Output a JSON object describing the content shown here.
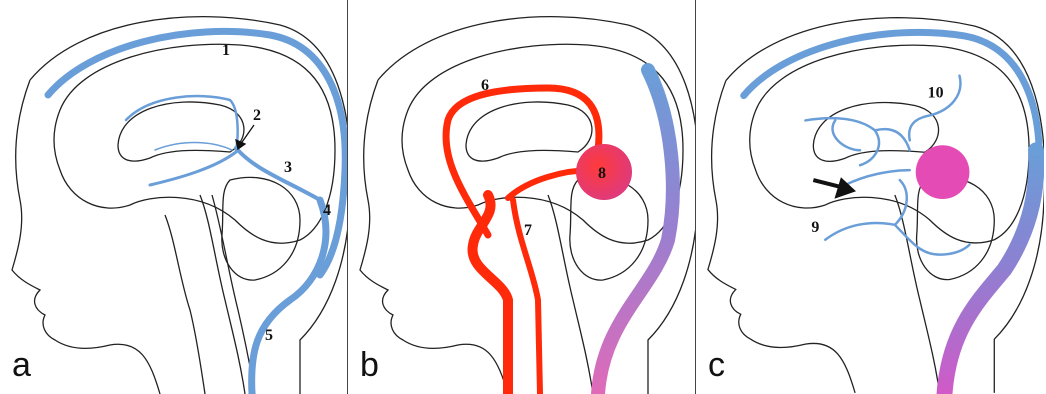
{
  "panels": [
    {
      "letter": "a",
      "labels": [
        "1",
        "2",
        "3",
        "4",
        "5"
      ]
    },
    {
      "letter": "b",
      "labels": [
        "6",
        "7",
        "8"
      ]
    },
    {
      "letter": "c",
      "labels": [
        "9",
        "10"
      ]
    }
  ],
  "colors": {
    "vein": "#6a9ed8",
    "artery": "#ff2a0a",
    "aneurysm_pink": "#e54bb4",
    "outline": "#222222"
  }
}
